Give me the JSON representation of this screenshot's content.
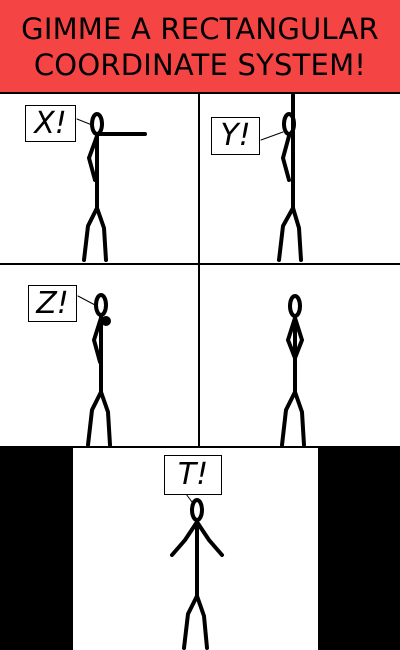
{
  "title": {
    "line1": "GIMME A RECTANGULAR",
    "line2": "COORDINATE SYSTEM!"
  },
  "panels": {
    "p1": {
      "speech": "X!"
    },
    "p2": {
      "speech": "Y!"
    },
    "p3": {
      "speech": "Z!"
    },
    "p5": {
      "speech": "T!"
    }
  },
  "colors": {
    "header": "#f44444",
    "ink": "#000000",
    "paper": "#ffffff"
  }
}
